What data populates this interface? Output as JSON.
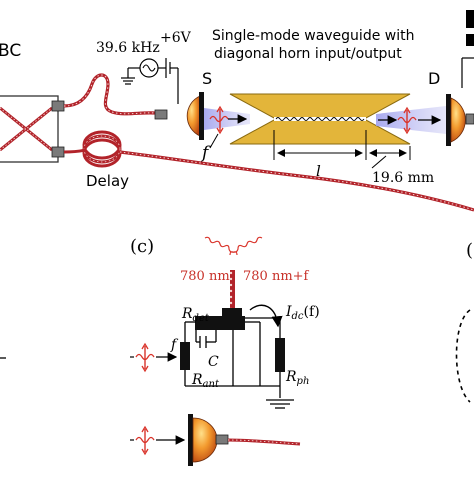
{
  "labels": {
    "bc": "BC",
    "delay": "Delay",
    "freq": "39.6 kHz",
    "voltage": "+6V",
    "source": "S",
    "detector": "D",
    "f_top": "f",
    "l_len": "l",
    "mm": "19.6 mm",
    "waveguide_line1": "Single-mode waveguide with",
    "waveguide_line2": "diagonal horn input/output",
    "panel_c": "(c)",
    "panel_d_partial": "(",
    "nm_left": "780 nm",
    "nm_right": "780 nm+f",
    "r_det": "R",
    "r_det_sub": "det",
    "i_dc": "I",
    "i_dc_sub": "dc",
    "i_dc_arg": "(f)",
    "cap": "C",
    "f_circuit": "f",
    "r_ant": "R",
    "r_ant_sub": "ant",
    "r_ph": "R",
    "r_ph_sub": "ph"
  },
  "colors": {
    "fiber_red": "#b2232a",
    "waveguide_gold": "#e3b53a",
    "beam_blue": "#b7b6f0",
    "detector_orange": "#e06a1c",
    "wave_red": "#d9342b",
    "text_red": "#c8322a"
  }
}
